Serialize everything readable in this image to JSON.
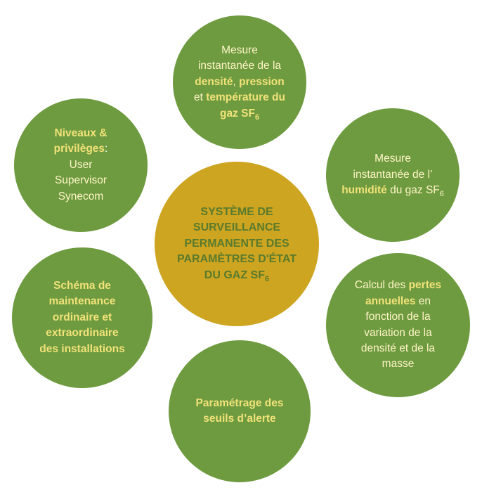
{
  "center": {
    "line1": "SYSTÈME DE",
    "line2": "SURVEILLANCE",
    "line3": "PERMANENTE DES",
    "line4": "PARAMÈTRES D'ÉTAT",
    "line5": "DU GAZ SF",
    "sub": "6"
  },
  "top": {
    "l1": "Mesure",
    "l2": "instantanée de la",
    "bold1": "densité",
    "comma": ", ",
    "bold2": "pression",
    "l4": "et ",
    "bold3": "température du",
    "bold4": "gaz SF",
    "sub": "6"
  },
  "top_right": {
    "l1": "Mesure",
    "l2": "instantanée de l’",
    "bold1": "humidité",
    "l3": " du gaz SF",
    "sub": "6"
  },
  "bottom_right": {
    "l1": "Calcul des ",
    "bold1": "pertes",
    "bold2": "annuelles",
    "l2": " en",
    "l3": "fonction de la",
    "l4": "variation de la",
    "l5": "densité et de la",
    "l6": "masse"
  },
  "bottom": {
    "l1": "Paramétrage des",
    "l2": "seuils d’alerte"
  },
  "bottom_left": {
    "l1": "Schéma de",
    "l2": "maintenance",
    "l3": "ordinaire et",
    "l4": "extraordinaire",
    "l5": "des installations"
  },
  "top_left": {
    "title1": "Niveaux &",
    "title2": "privilèges",
    "colon": ":",
    "l1": "User",
    "l2": "Supervisor",
    "l3": "Synecom"
  },
  "colors": {
    "green": "#6e9b3f",
    "gold": "#cda521",
    "text_yellow": "#f2e27a"
  }
}
